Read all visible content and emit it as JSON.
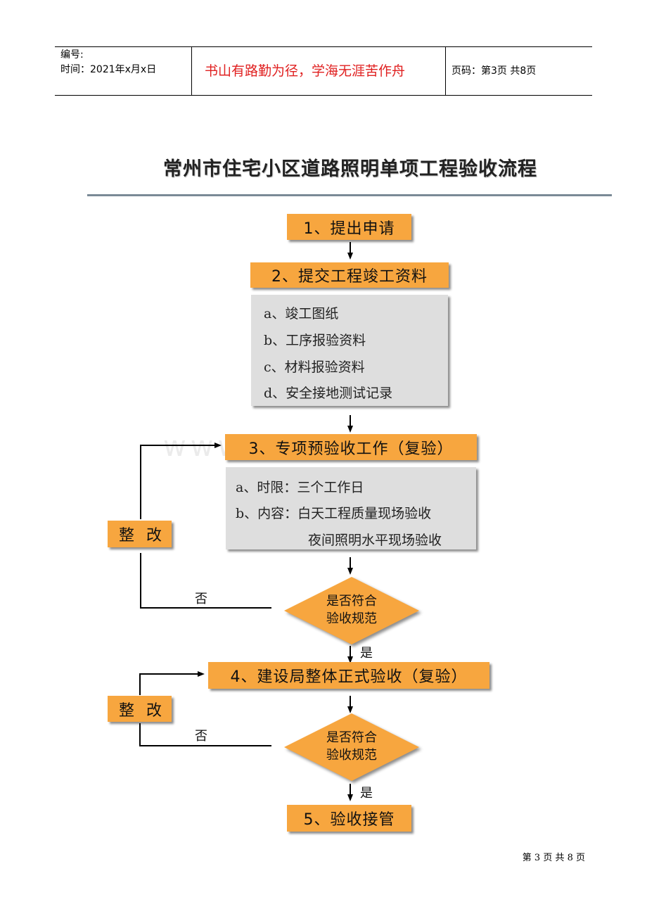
{
  "header": {
    "code_label": "编号:",
    "time_label": "时间：2021年x月x日",
    "motto": "书山有路勤为径，学海无涯苦作舟",
    "page_label": "页码：第3页 共8页"
  },
  "title": "常州市住宅小区道路照明单项工程验收流程",
  "watermark": "www.zixin.com.cn",
  "steps": {
    "step1": "1、提出申请",
    "step2": "2、提交工程竣工资料",
    "step3": "3、专项预验收工作（复验）",
    "step4": "4、建设局整体正式验收（复验）",
    "step5": "5、验收接管"
  },
  "step2_items": [
    "a、竣工图纸",
    "b、工序报验资料",
    "c、材料报验资料",
    "d、安全接地测试记录"
  ],
  "step3_items": [
    "a、时限：三个工作日",
    "b、内容：白天工程质量现场验收",
    "夜间照明水平现场验收"
  ],
  "decision": {
    "line1": "是否符合",
    "line2": "验收规范"
  },
  "rectify_label": "整  改",
  "no_label": "否",
  "yes_label": "是",
  "footer": "第 3 页 共 8 页"
}
